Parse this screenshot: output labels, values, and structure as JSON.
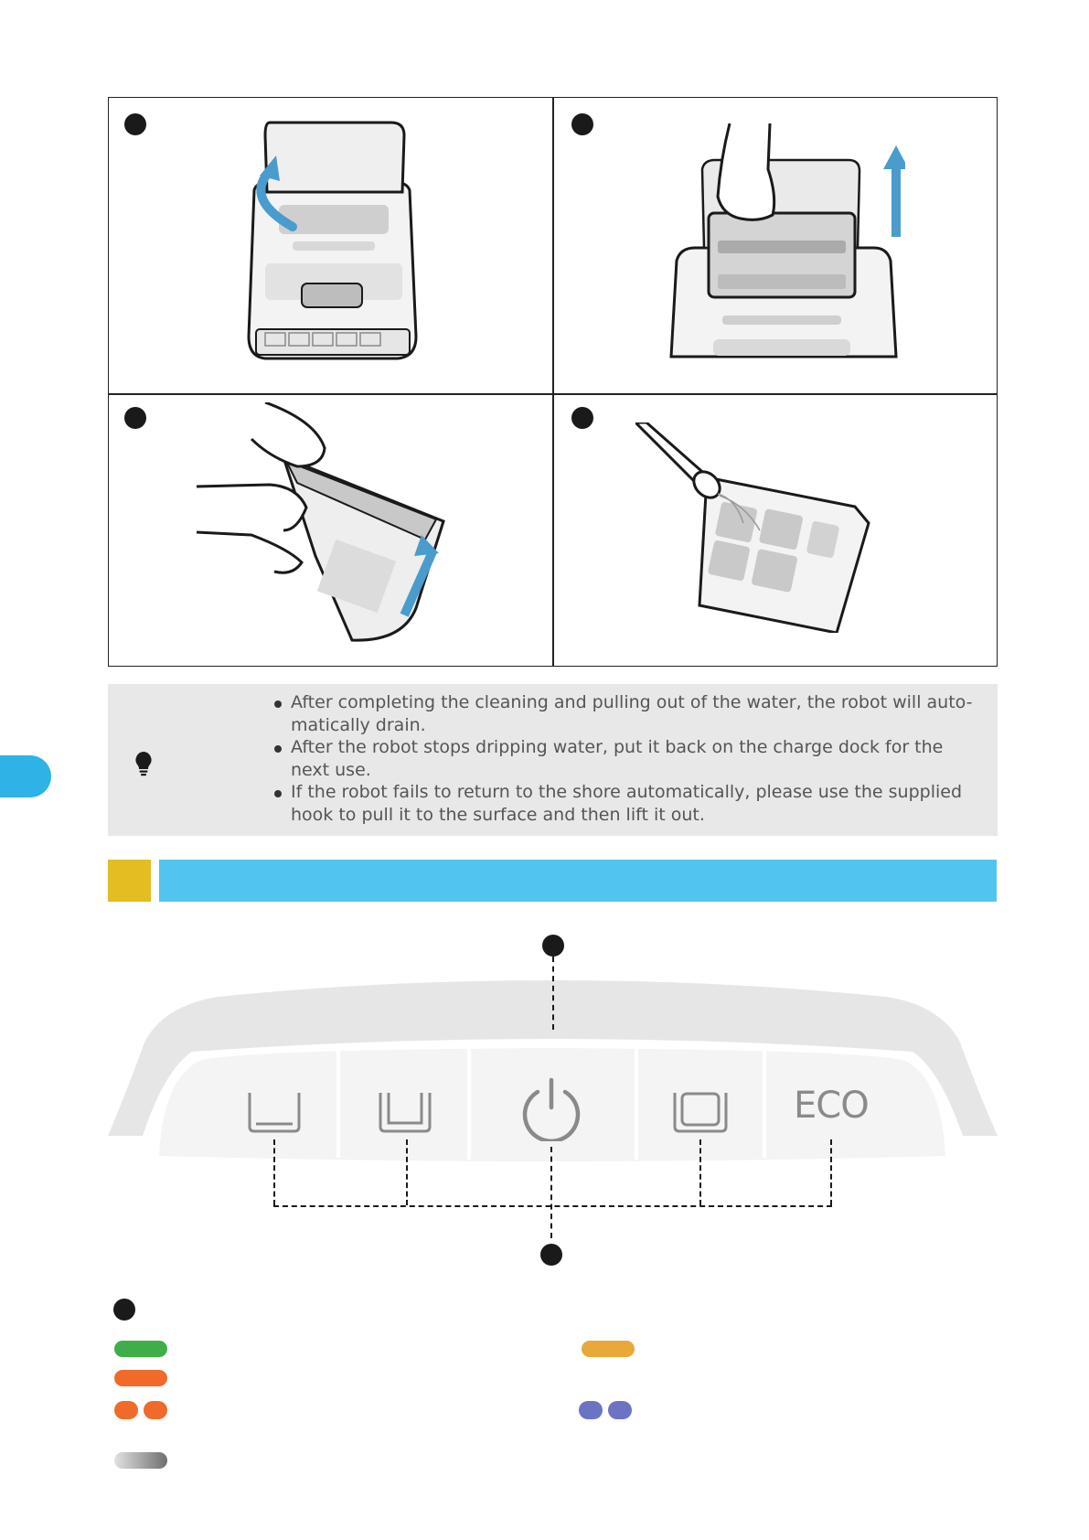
{
  "steps": [
    {
      "image": "robot-lid-opening-illustration"
    },
    {
      "image": "filter-basket-lifting-illustration"
    },
    {
      "image": "filter-basket-emptying-illustration"
    },
    {
      "image": "filter-rinsing-illustration"
    }
  ],
  "tip": {
    "icon": "lightbulb-icon",
    "items": [
      {
        "line1": "After completing the cleaning and pulling out of the water, the robot will auto-",
        "line2": "matically drain."
      },
      {
        "line1": "After the robot stops dripping water, put it back on the charge dock for the",
        "line2": "next use."
      },
      {
        "line1": "If the robot fails to return to the shore automatically, please use the supplied",
        "line2": "hook to pull it to the surface and then lift it out."
      }
    ]
  },
  "colors": {
    "accent_blue": "#52c4f0",
    "accent_yellow": "#e3bd22",
    "arrow_blue": "#4a9ccc",
    "led_green": "#3fae49",
    "led_orange": "#f06a2a",
    "led_amber": "#e8a93a",
    "led_purple": "#6b74c4",
    "led_gray": "#9a9a9a"
  },
  "control_panel": {
    "buttons": [
      {
        "icon": "floor-mode-icon"
      },
      {
        "icon": "floor-and-wall-mode-icon"
      },
      {
        "icon": "power-icon"
      },
      {
        "icon": "waterline-mode-icon"
      },
      {
        "label": "ECO"
      }
    ]
  },
  "legend": {
    "indicators": [
      {
        "icon": "green-solid-indicator"
      },
      {
        "icon": "orange-solid-indicator"
      },
      {
        "icon": "orange-blinking-indicator"
      },
      {
        "icon": "gray-fading-indicator"
      },
      {
        "icon": "amber-solid-indicator"
      },
      {
        "icon": "purple-blinking-indicator"
      }
    ]
  }
}
